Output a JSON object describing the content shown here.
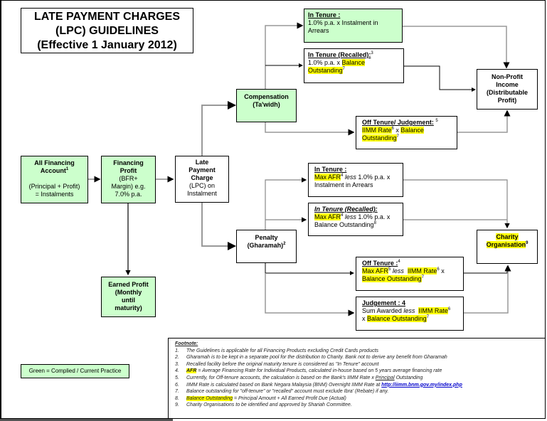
{
  "title": {
    "line1": "LATE PAYMENT CHARGES",
    "line2": "(LPC) GUIDELINES",
    "line3": "(Effective 1 January 2012)"
  },
  "colors": {
    "green_fill": "#ccffcc",
    "highlight": "#ffff00",
    "connector_gray": "#999999",
    "connector_black": "#000000"
  },
  "nodes": {
    "all_financing": {
      "title": "All Financing Account",
      "sup": "1",
      "body1": "(Principal + Profit)",
      "body2": "= Instalments"
    },
    "financing_profit": {
      "title1": "Financing",
      "title2": "Profit",
      "body1": "(BFR+",
      "body2": "Margin) e.g.",
      "body3": "7.0% p.a."
    },
    "lpc": {
      "title1": "Late",
      "title2": "Payment",
      "title3": "Charge",
      "body1": "(LPC) on",
      "body2": "Instalment"
    },
    "earned_profit": {
      "line1": "Earned Profit",
      "line2": "(Monthly",
      "line3": "until",
      "line4": "maturity)"
    },
    "compensation": {
      "line1": "Compensation",
      "line2": "(Ta'widh)"
    },
    "penalty": {
      "line1": "Penalty",
      "line2": "(Gharamah)",
      "sup": "2"
    },
    "comp_in_tenure": {
      "heading": "In Tenure :",
      "body": "1.0% p.a. x Instalment in Arrears"
    },
    "comp_in_tenure_recalled": {
      "heading": "In Tenure (Recalled):",
      "sup": "3",
      "pre": "1.0% p.a. x ",
      "hl": "Balance Outstanding",
      "sup2": "7"
    },
    "comp_off_tenure": {
      "heading": "Off Tenure/ Judgement:",
      "sup": "5",
      "hl1": "IIMM Rate",
      "sup_a": "6",
      "mid": " x ",
      "hl2": "Balance Outstanding",
      "sup_b": "7"
    },
    "pen_in_tenure": {
      "heading": "In Tenure :",
      "hl": "Max AFR",
      "sup": "4",
      "less": "less",
      "rest": " 1.0% p.a. x Instalment in Arrears"
    },
    "pen_in_tenure_recalled": {
      "heading": "In Tenure (Recalled):",
      "hl": "Max AFR",
      "sup": "4",
      "less": "less",
      "rest": " 1.0% p.a. x Balance Outstanding",
      "sup2": "8"
    },
    "pen_off_tenure": {
      "heading": "Off Tenure :",
      "sup": "4",
      "hl1": "Max AFR",
      "sup_a": "5",
      "less": "less",
      "hl2": "IIMM Rate",
      "sup_b": "6",
      "x": " x",
      "hl3": "Balance Outstanding",
      "sup_c": "7"
    },
    "pen_judgement": {
      "heading": "Judgement : 4",
      "pre": "Sum Awarded ",
      "less": "less",
      "hl1": "IIMM Rate",
      "sup_a": "6",
      "x": "x ",
      "hl2": "Balance Outstanding",
      "sup_b": "7"
    },
    "non_profit_income": {
      "line1": "Non-Profit",
      "line2": "Income",
      "line3": "(Distributable",
      "line4": "Profit)"
    },
    "charity": {
      "line1": "Charity",
      "line2": "Organisation",
      "sup": "9"
    }
  },
  "legend": {
    "label": "Green = Complied / Current Practice"
  },
  "footnote": {
    "heading": "Footnote:",
    "items": [
      {
        "num": "1.",
        "text": "The Guidelines is applicable for all Financing Products excluding Credit Cards products"
      },
      {
        "num": "2.",
        "text": "Gharamah is to be kept in a separate pool for the distribution to Charity. Bank not to derive any benefit from Gharamah"
      },
      {
        "num": "3.",
        "text": "Recalled facility before the original maturity tenure is considered as \"In Tenure\" account"
      },
      {
        "num": "4.",
        "hl": "AFR",
        "text": " = Average Financing Rate for Individual Products, calculated in-house based on 5 years average financing rate"
      },
      {
        "num": "5.",
        "text": "Currently, for Off-tenure accounts, the calculation is based on the Bank's IIMM Rate x ",
        "u": "Principal",
        "text2": " Outstanding"
      },
      {
        "num": "6.",
        "text": "IIMM Rate is calculated based on Bank Negara Malaysia (BNM) Overnight IIMM Rate at ",
        "link": "http://iimm.bnm.gov.my/index.php"
      },
      {
        "num": "7.",
        "text": "Balance outstanding for \"off-tenure\" or \"recalled\" account must exclude Ibra' (Rebate) if any."
      },
      {
        "num": "8.",
        "hl": "Balance Outstanding",
        "text": " = Principal Amount + All Earned Profit Due (Actual)"
      },
      {
        "num": "9.",
        "text": "Charity Organisations to be identified and approved by Shariah Committee."
      }
    ]
  }
}
